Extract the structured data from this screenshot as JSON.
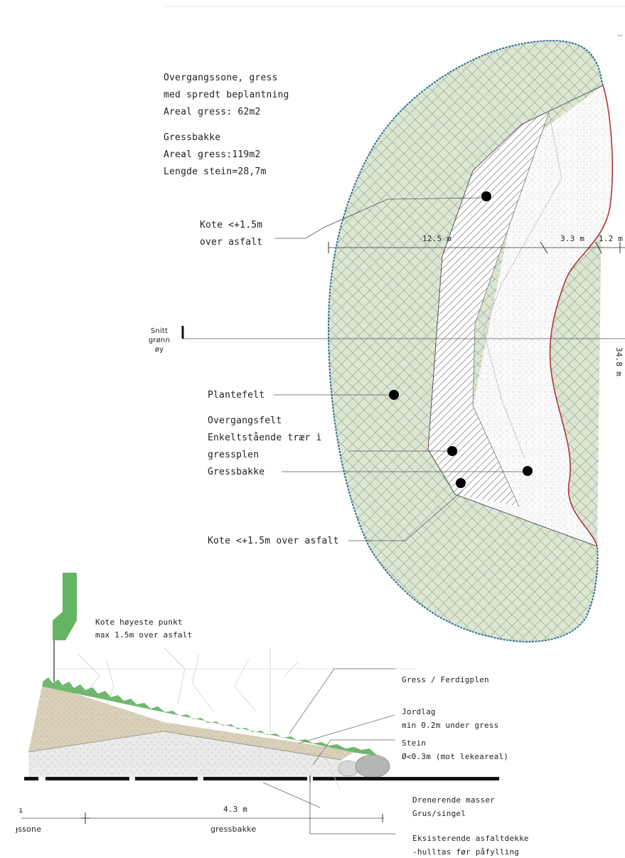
{
  "legend": {
    "lines1": [
      "Overgangssone, gress",
      "med spredt beplantning",
      "Areal gress: 62m2"
    ],
    "lines2": [
      "Gressbakke",
      "Areal gress:119m2",
      "Lengde stein=28,7m"
    ]
  },
  "plan_labels": {
    "kote_top": [
      "Kote <+1.5m",
      "over asfalt"
    ],
    "dim_12_5": "12.5 m",
    "dim_3_3": "3.3 m",
    "dim_1_2": "1.2 m",
    "dim_34_8": "34.8 m",
    "snitt": [
      "Snitt",
      "grønn",
      "øy"
    ],
    "plantefelt": "Plantefelt",
    "overgangsfelt": [
      "Overgangsfelt",
      "Enkeltstående trær i",
      "gressplen"
    ],
    "gressbakke": "Gressbakke",
    "kote_bottom": "Kote <+1.5m over asfalt"
  },
  "section_labels": {
    "kote_high": [
      "Kote høyeste punkt",
      "max 1.5m over asfalt"
    ],
    "gress": "Gress / Ferdigplen",
    "jordlag": [
      "Jordlag",
      "min 0.2m under gress"
    ],
    "stein": [
      "Stein",
      "Ø<0.3m (mot lekeareal)"
    ],
    "dim_4_3": "4.3 m",
    "zone_left": "ɟssone",
    "zone_gressbakke": "gressbakke",
    "drenerende": [
      "Drenerende masser",
      "Grus/singel"
    ],
    "asfalt": [
      "Eksisterende asfaltdekke",
      "-hulltas før påfylling"
    ],
    "tick_left": "ı"
  },
  "colors": {
    "green_zone": "#dbe6d3",
    "plan_outline_blue": "#2f6f96",
    "plan_outline_red": "#b0343a",
    "grass": "#6fb86f",
    "soil": "#d8d0b8",
    "gravel": "#e8e8e8",
    "stone": "#bdbdbd"
  }
}
